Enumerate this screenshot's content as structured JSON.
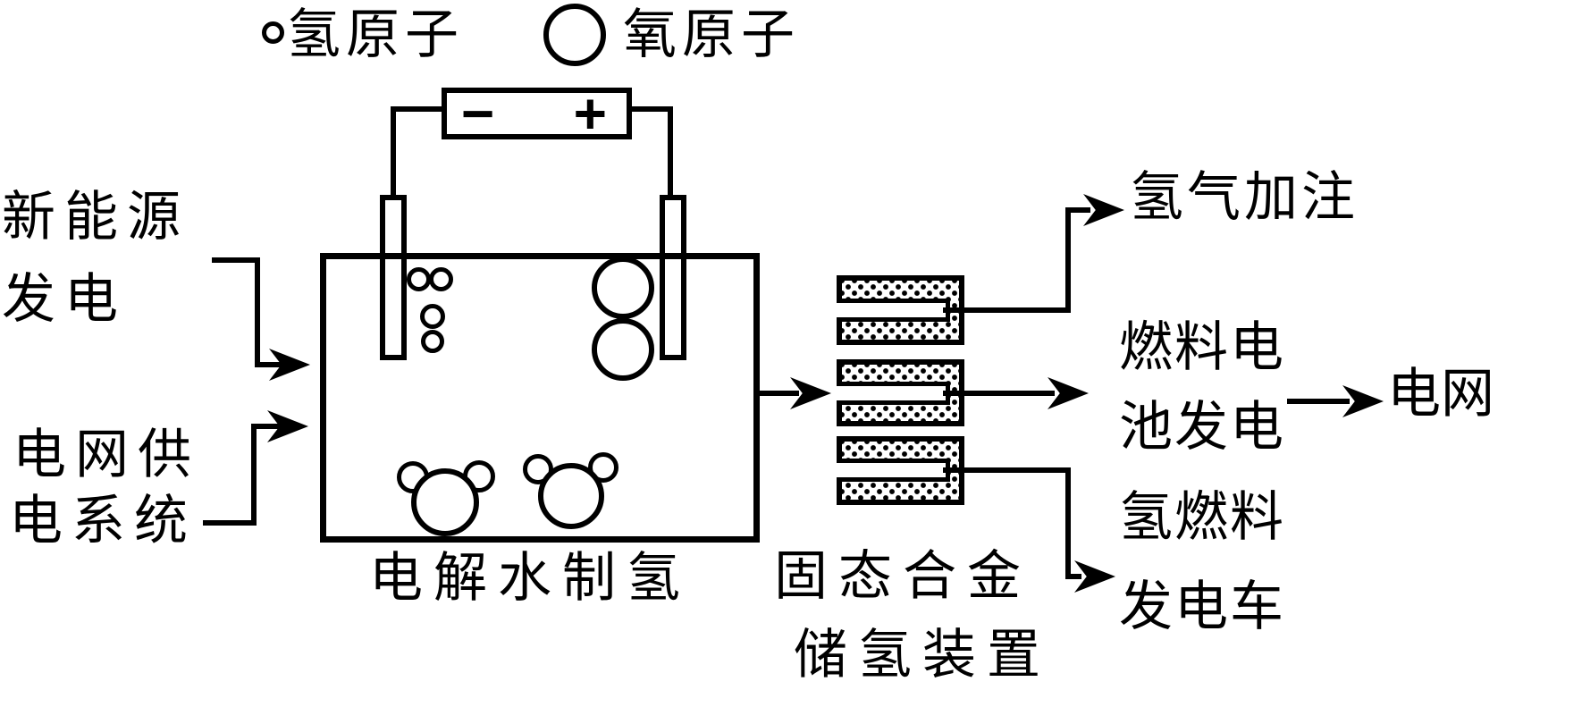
{
  "legend": {
    "hydrogen_atom": "氢原子",
    "oxygen_atom": "氧原子"
  },
  "battery": {
    "minus": "−",
    "plus": "+"
  },
  "inputs": {
    "new_energy": {
      "line1": "新能源",
      "line2": "发电"
    },
    "grid_supply": {
      "line1": "电网供",
      "line2": "电系统"
    }
  },
  "electrolyzer": {
    "label": "电解水制氢"
  },
  "storage": {
    "line1": "固态合金",
    "line2": "储氢装置"
  },
  "outputs": {
    "refueling": "氢气加注",
    "fuel_cell": {
      "line1": "燃料电",
      "line2": "池发电"
    },
    "grid": "电网",
    "vehicle": {
      "line1": "氢燃料",
      "line2": "发电车"
    }
  },
  "colors": {
    "ink": "#000000",
    "background": "#ffffff"
  }
}
